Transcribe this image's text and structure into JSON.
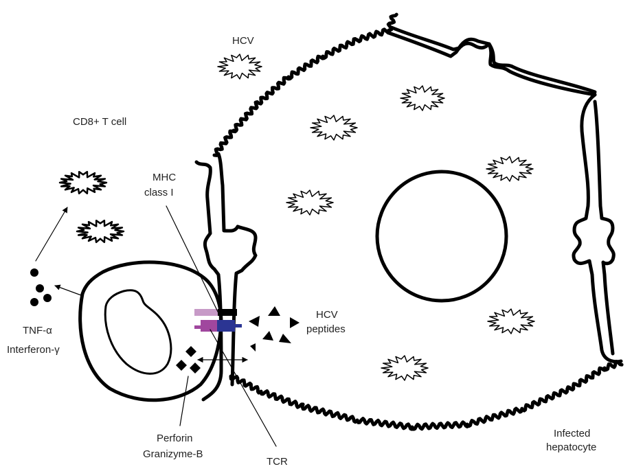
{
  "labels": {
    "hcv": "HCV",
    "cd8": "CD8+ T cell",
    "mhc_line1": "MHC",
    "mhc_line2": "class I",
    "hcv_peptides_line1": "HCV",
    "hcv_peptides_line2": "peptides",
    "tnf": "TNF-α",
    "interferon": "Interferon-γ",
    "perforin": "Perforin",
    "granzyme": "Granizyme-B",
    "tcr": "TCR",
    "infected_line1": "Infected",
    "infected_line2": "hepatocyte"
  },
  "colors": {
    "mhc_light": "#c79ac7",
    "mhc_magenta": "#a0479e",
    "tcr_blue": "#2b3593",
    "outline": "#000000"
  }
}
